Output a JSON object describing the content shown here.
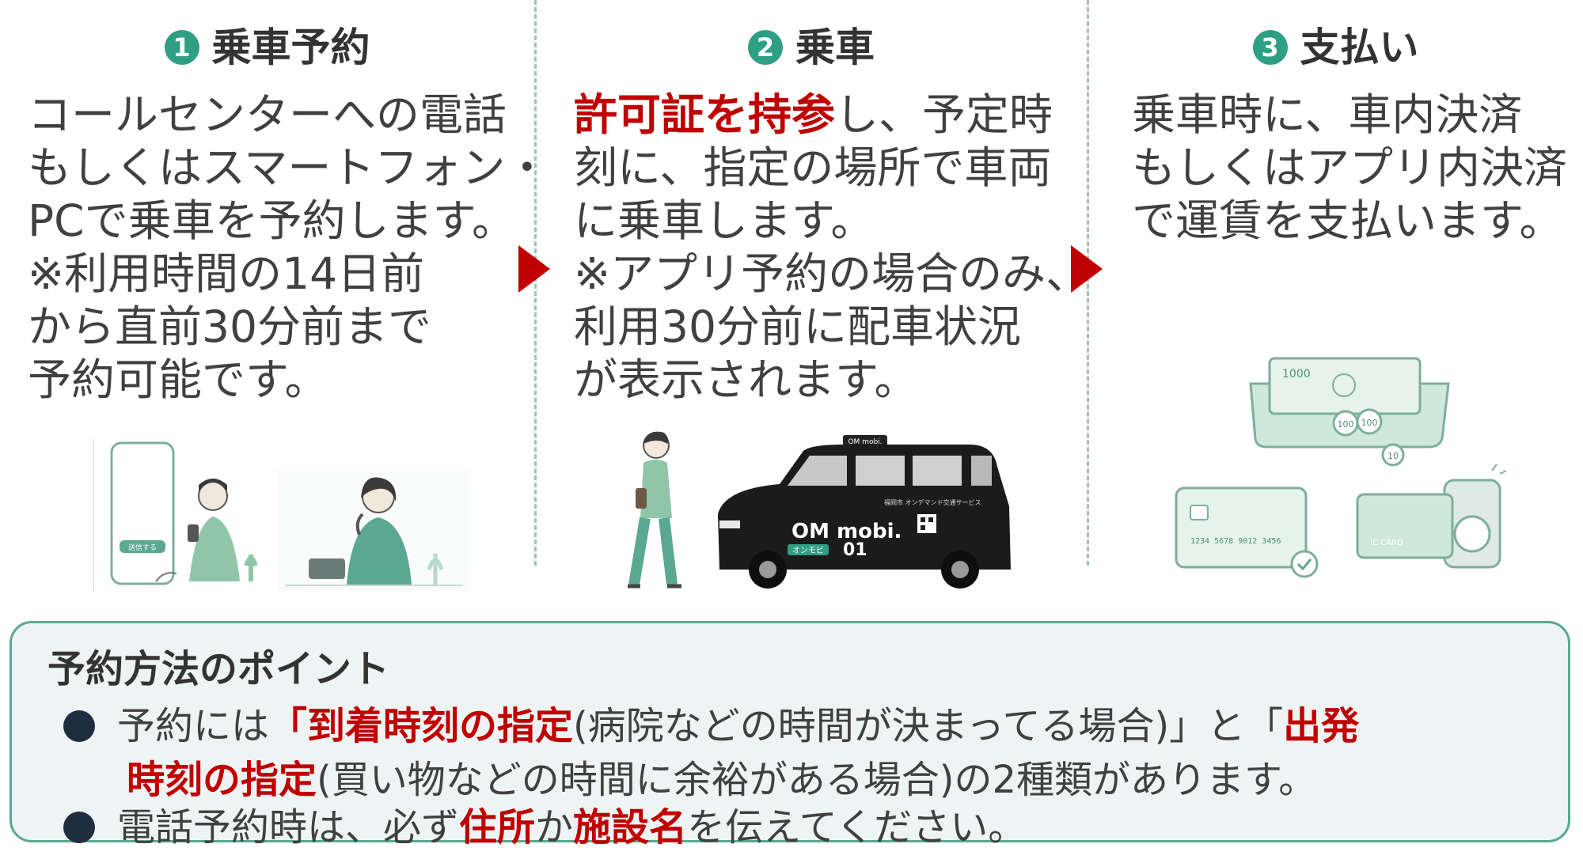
{
  "steps": [
    {
      "number": "1",
      "title": "乗車予約",
      "lines": [
        "コールセンターへの電話",
        "もしくはスマートフォン・",
        "PCで乗車を予約します。",
        "※利用時間の14日前",
        "から直前30分前まで",
        "予約可能です。"
      ]
    },
    {
      "number": "2",
      "title": "乗車",
      "highlight": "許可証を持参",
      "lines": [
        "し、予定時",
        "刻に、指定の場所で車両",
        "に乗車します。",
        "※アプリ予約の場合のみ、",
        "利用30分前に配車状況",
        "が表示されます。"
      ]
    },
    {
      "number": "3",
      "title": "支払い",
      "lines": [
        "乗車時に、車内決済",
        "もしくはアプリ内決済",
        "で運賃を支払います。"
      ]
    }
  ],
  "illustrations": {
    "phone_button": "送信する",
    "taxi_brand": "OM mobi.",
    "taxi_roof": "OM mobi.",
    "taxi_sub": "オンモビ",
    "taxi_number": "01",
    "taxi_tagline": "福岡市 オンデマンド交通サービス",
    "bill_value": "1000",
    "coin_values": [
      "100",
      "100",
      "10"
    ],
    "card_number": "1234 5678 9012 3456",
    "ic_card_label": "IC CARD"
  },
  "points": {
    "title": "予約方法のポイント",
    "bullet1": {
      "a": "予約には",
      "b": "「到着時刻の指定",
      "c": "(病院などの時間が決まってる場合)」と「",
      "d": "出発",
      "e": "時刻の指定",
      "f": "(買い物などの時間に余裕がある場合)の2種類があります。"
    },
    "bullet2": {
      "a": "電話予約時は、必ず",
      "b": "住所",
      "c": "か",
      "d": "施設名",
      "e": "を伝えてください。"
    }
  },
  "colors": {
    "accent_green": "#2e9f82",
    "highlight_red": "#c00000",
    "box_border": "#5aa891",
    "box_bg": "#eef3f3"
  }
}
